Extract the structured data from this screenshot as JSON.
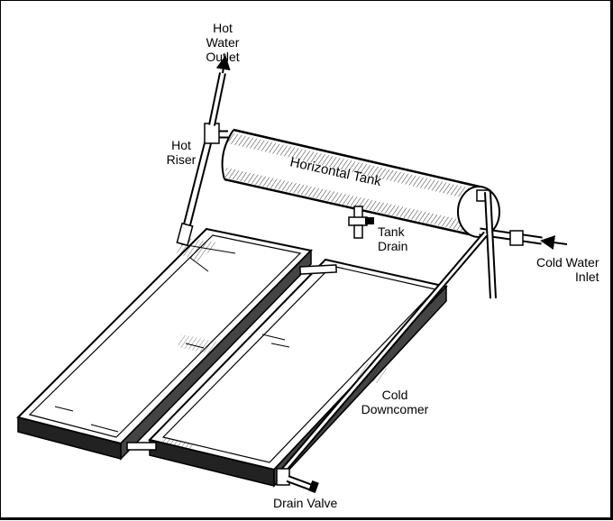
{
  "labels": {
    "hot_water_outlet": [
      "Hot",
      "Water",
      "Outlet"
    ],
    "hot_riser": [
      "Hot",
      "Riser"
    ],
    "horizontal_tank": "Horizontal Tank",
    "tank_drain": [
      "Tank",
      "Drain"
    ],
    "cold_water_inlet": [
      "Cold Water",
      "Inlet"
    ],
    "cold_downcomer": [
      "Cold",
      "Downcomer"
    ],
    "drain_valve": "Drain Valve"
  }
}
